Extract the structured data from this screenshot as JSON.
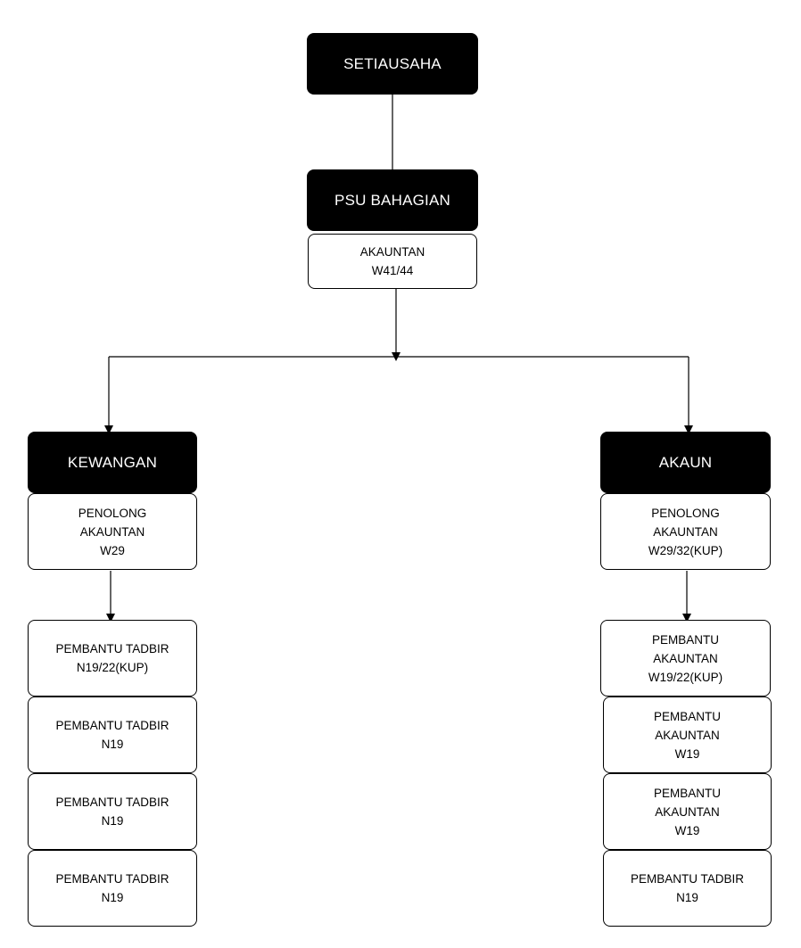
{
  "org_chart": {
    "head": "SETIAUSAHA",
    "section": {
      "title": "PSU BAHAGIAN",
      "lead": "AKAUNTAN\nW41/44"
    },
    "units": [
      {
        "title": "KEWANGAN",
        "lead": "PENOLONG\nAKAUNTAN\nW29",
        "staff": [
          "PEMBANTU TADBIR\nN19/22(KUP)",
          "PEMBANTU TADBIR\nN19",
          "PEMBANTU TADBIR\nN19",
          "PEMBANTU TADBIR\nN19"
        ]
      },
      {
        "title": "AKAUN",
        "lead": "PENOLONG\nAKAUNTAN\nW29/32(KUP)",
        "staff": [
          "PEMBANTU\nAKAUNTAN\nW19/22(KUP)",
          "PEMBANTU\nAKAUNTAN\nW19",
          "PEMBANTU\nAKAUNTAN\nW19",
          "PEMBANTU TADBIR\nN19"
        ]
      }
    ]
  }
}
